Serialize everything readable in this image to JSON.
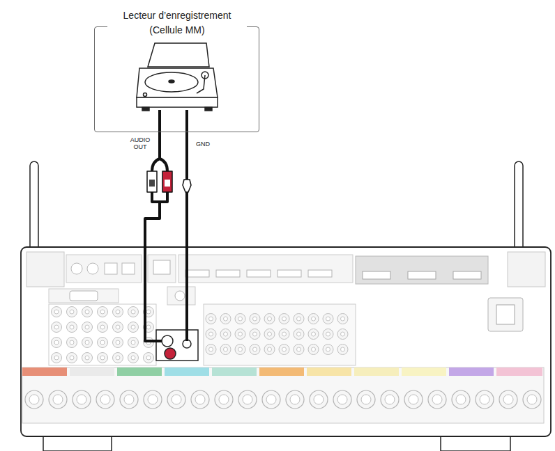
{
  "diagram": {
    "nodes": [
      {
        "text": [
          "Lecteur d’enregistrement (Cellule MM)"
        ]
      }
    ],
    "labels": [
      "AUDIO OUT",
      "GND"
    ]
  }
}
